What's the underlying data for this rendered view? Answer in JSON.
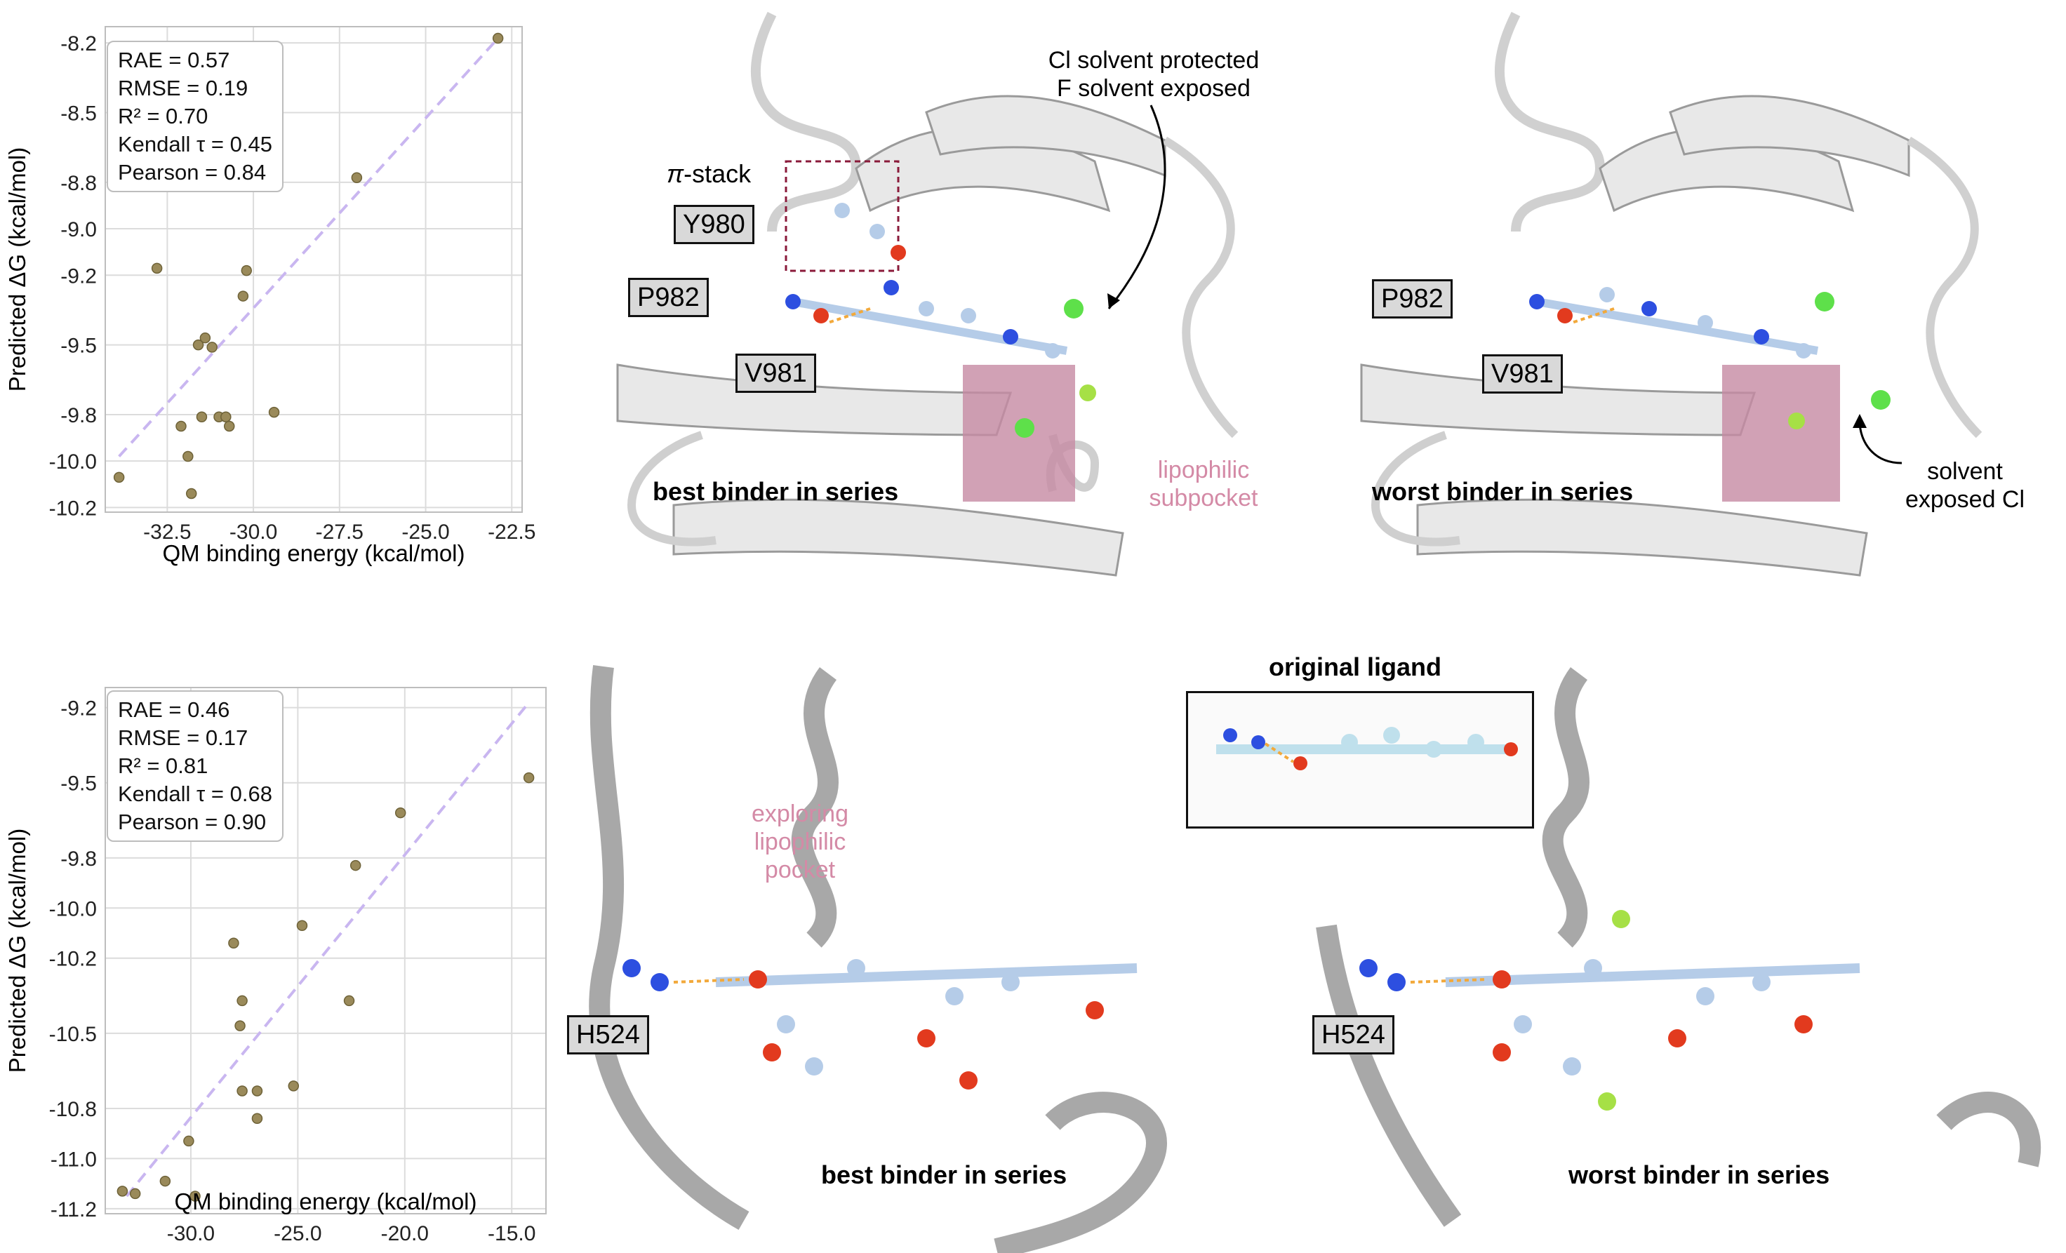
{
  "colors": {
    "point_fill": "#9a8a5a",
    "point_stroke": "#6e6238",
    "fit_line": "#c9b6f0",
    "grid": "#dcdcdc",
    "pocket": "#c58aa3",
    "ribbon": "#e6e6e6",
    "carbon": "#b5cce8",
    "oxygen": "#e23a1e",
    "nitrogen": "#2d4fe0",
    "chlorine": "#5ee04a",
    "fluorine": "#a6e046",
    "hbond": "#f2a93b"
  },
  "chart_data": [
    {
      "type": "scatter",
      "xlabel": "QM binding energy (kcal/mol)",
      "ylabel": "Predicted ΔG (kcal/mol)",
      "xlim": [
        -34.3,
        -22.2
      ],
      "ylim": [
        -10.22,
        -8.13
      ],
      "xticks": [
        -32.5,
        -30.0,
        -27.5,
        -25.0,
        -22.5
      ],
      "xtick_labels": [
        "-32.5",
        "-30.0",
        "-27.5",
        "-25.0",
        "-22.5"
      ],
      "yticks": [
        -10.2,
        -10.0,
        -9.8,
        -9.5,
        -9.2,
        -9.0,
        -8.8,
        -8.5,
        -8.2
      ],
      "ytick_labels": [
        "-10.2",
        "-10.0",
        "-9.8",
        "-9.5",
        "-9.2",
        "-9.0",
        "-8.8",
        "-8.5",
        "-8.2"
      ],
      "grid": true,
      "fit_line": {
        "x": [
          -33.9,
          -22.9
        ],
        "y": [
          -9.98,
          -8.18
        ]
      },
      "points": [
        {
          "x": -33.9,
          "y": -10.07
        },
        {
          "x": -32.8,
          "y": -9.17
        },
        {
          "x": -32.1,
          "y": -9.85
        },
        {
          "x": -31.9,
          "y": -9.98
        },
        {
          "x": -31.8,
          "y": -10.14
        },
        {
          "x": -31.6,
          "y": -9.5
        },
        {
          "x": -31.5,
          "y": -9.81
        },
        {
          "x": -31.4,
          "y": -9.47
        },
        {
          "x": -31.2,
          "y": -9.51
        },
        {
          "x": -31.0,
          "y": -9.81
        },
        {
          "x": -30.8,
          "y": -9.81
        },
        {
          "x": -30.7,
          "y": -9.85
        },
        {
          "x": -30.3,
          "y": -9.29
        },
        {
          "x": -30.2,
          "y": -9.18
        },
        {
          "x": -29.4,
          "y": -9.79
        },
        {
          "x": -27.0,
          "y": -8.78
        },
        {
          "x": -22.9,
          "y": -8.18
        }
      ],
      "stats": [
        "RAE = 0.57",
        "RMSE = 0.19",
        "R² = 0.70",
        "Kendall τ = 0.45",
        "Pearson = 0.84"
      ]
    },
    {
      "type": "scatter",
      "xlabel": "QM binding energy (kcal/mol)",
      "ylabel": "Predicted ΔG (kcal/mol)",
      "xlim": [
        -34.0,
        -13.4
      ],
      "ylim": [
        -11.22,
        -9.12
      ],
      "xticks": [
        -30.0,
        -25.0,
        -20.0,
        -15.0
      ],
      "xtick_labels": [
        "-30.0",
        "-25.0",
        "-20.0",
        "-15.0"
      ],
      "yticks": [
        -11.2,
        -11.0,
        -10.8,
        -10.5,
        -10.2,
        -10.0,
        -9.8,
        -9.5,
        -9.2
      ],
      "ytick_labels": [
        "-11.2",
        "-11.0",
        "-10.8",
        "-10.5",
        "-10.2",
        "-10.0",
        "-9.8",
        "-9.5",
        "-9.2"
      ],
      "grid": true,
      "fit_line": {
        "x": [
          -33.0,
          -14.2
        ],
        "y": [
          -11.15,
          -9.18
        ]
      },
      "points": [
        {
          "x": -33.2,
          "y": -11.13
        },
        {
          "x": -32.6,
          "y": -11.14
        },
        {
          "x": -31.2,
          "y": -11.09
        },
        {
          "x": -30.1,
          "y": -10.93
        },
        {
          "x": -29.8,
          "y": -11.15
        },
        {
          "x": -28.0,
          "y": -10.14
        },
        {
          "x": -27.7,
          "y": -10.47
        },
        {
          "x": -27.6,
          "y": -10.37
        },
        {
          "x": -27.6,
          "y": -10.73
        },
        {
          "x": -26.9,
          "y": -10.73
        },
        {
          "x": -26.9,
          "y": -10.84
        },
        {
          "x": -25.2,
          "y": -10.71
        },
        {
          "x": -24.8,
          "y": -10.07
        },
        {
          "x": -22.6,
          "y": -10.37
        },
        {
          "x": -22.3,
          "y": -9.83
        },
        {
          "x": -20.2,
          "y": -9.62
        },
        {
          "x": -14.2,
          "y": -9.48
        }
      ],
      "stats": [
        "RAE = 0.46",
        "RMSE = 0.17",
        "R² = 0.81",
        "Kendall τ = 0.68",
        "Pearson = 0.90"
      ]
    }
  ],
  "top": {
    "pi_stack": "-stack",
    "pi_symbol": "π",
    "y980": "Y980",
    "p982_left": "P982",
    "v981_left": "V981",
    "p982_right": "P982",
    "v981_right": "V981",
    "best_caption": "best binder in series",
    "worst_caption": "worst binder in series",
    "cl_note_line1": "Cl solvent protected",
    "cl_note_line2": "F solvent exposed",
    "lipo_line1": "lipophilic",
    "lipo_line2": "subpocket",
    "solvent_line1": "solvent",
    "solvent_line2": "exposed Cl"
  },
  "bottom": {
    "inset_title": "original ligand",
    "explore_line1": "exploring",
    "explore_line2": "lipophilic",
    "explore_line3": "pocket",
    "h524_left": "H524",
    "h524_right": "H524",
    "best_caption": "best binder in series",
    "worst_caption": "worst binder in series"
  }
}
